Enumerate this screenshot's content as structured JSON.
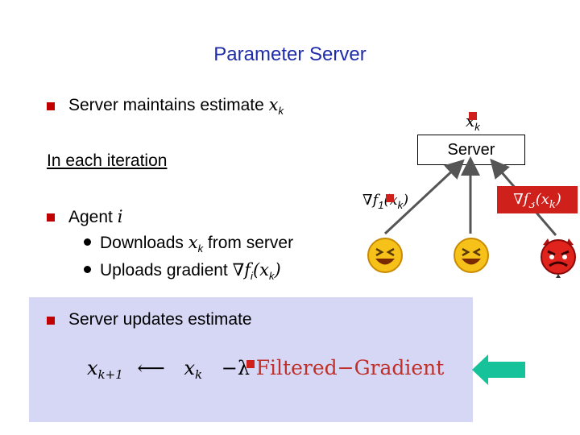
{
  "title": "Parameter Server",
  "bullets": {
    "b1_text": "Server maintains estimate ",
    "b1_var": "x",
    "b1_sub": "k",
    "iteration": "In each iteration",
    "agent_text": "Agent ",
    "agent_var": "i",
    "download_text": "Downloads ",
    "download_var": "x",
    "download_sub": "k",
    "download_tail": " from server",
    "upload_text": "Uploads gradient ",
    "upload_grad": "∇f",
    "upload_grad_sub": "i",
    "upload_arg_open": "(x",
    "upload_arg_sub": "k",
    "upload_arg_close": ")",
    "update_text": "Server updates estimate"
  },
  "equation": {
    "lhs_var": "x",
    "lhs_sub": "k+1",
    "arrow": "⟵",
    "rhs_var": "x",
    "rhs_sub": "k",
    "minus": "−λ",
    "filtered": "Filtered−Gradient"
  },
  "diagram": {
    "server_label": "Server",
    "xk_var": "x",
    "xk_sub": "k",
    "grad1": "∇f",
    "grad1_sub": "1",
    "grad1_arg_open": "(x",
    "grad1_arg_sub": "k",
    "grad1_arg_close": ")",
    "grad3": "∇f",
    "grad3_sub": "3",
    "grad3_arg_open": "(x",
    "grad3_arg_sub": "k",
    "grad3_arg_close": ")"
  },
  "colors": {
    "title": "#1f2ca8",
    "bullet": "#c00000",
    "panel": "#d6d6f5",
    "adversary_box": "#d0201c",
    "filtered_text": "#c0302a",
    "arrow": "#16c29a"
  },
  "icons": [
    "laughing-face-icon",
    "laughing-face-icon",
    "devil-face-icon",
    "green-left-arrow-icon"
  ]
}
